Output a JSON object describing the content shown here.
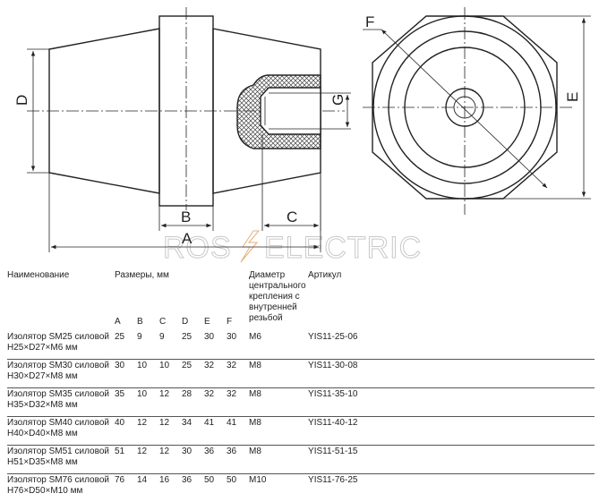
{
  "drawing": {
    "dim_labels": {
      "A": "A",
      "B": "B",
      "C": "C",
      "D": "D",
      "E": "E",
      "F": "F",
      "G": "G"
    },
    "watermark_left": "ROS",
    "watermark_right": "ELECTRIC"
  },
  "table": {
    "headers": {
      "name": "Наименование",
      "sizes": "Размеры, мм",
      "thread": "Диаметр центрального крепления с внутренней резьбой",
      "article": "Артикул"
    },
    "dim_columns": [
      "A",
      "B",
      "C",
      "D",
      "E",
      "F"
    ],
    "rows": [
      {
        "name": "Изолятор SM25 силовой H25×D27×M6 мм",
        "dims": [
          "25",
          "9",
          "9",
          "25",
          "30",
          "30"
        ],
        "thread": "M6",
        "article": "YIS11-25-06"
      },
      {
        "name": "Изолятор SM30 силовой H30×D27×M8 мм",
        "dims": [
          "30",
          "10",
          "10",
          "25",
          "32",
          "32"
        ],
        "thread": "M8",
        "article": "YIS11-30-08"
      },
      {
        "name": "Изолятор SM35 силовой H35×D32×M8 мм",
        "dims": [
          "35",
          "10",
          "12",
          "28",
          "32",
          "32"
        ],
        "thread": "M8",
        "article": "YIS11-35-10"
      },
      {
        "name": "Изолятор SM40 силовой H40×D40×M8 мм",
        "dims": [
          "40",
          "12",
          "12",
          "34",
          "41",
          "41"
        ],
        "thread": "M8",
        "article": "YIS11-40-12"
      },
      {
        "name": "Изолятор SM51 силовой H51×D35×M8 мм",
        "dims": [
          "51",
          "12",
          "12",
          "30",
          "36",
          "36"
        ],
        "thread": "M8",
        "article": "YIS11-51-15"
      },
      {
        "name": "Изолятор SM76 силовой H76×D50×M10 мм",
        "dims": [
          "76",
          "14",
          "16",
          "36",
          "50",
          "50"
        ],
        "thread": "M10",
        "article": "YIS11-76-25"
      }
    ]
  }
}
